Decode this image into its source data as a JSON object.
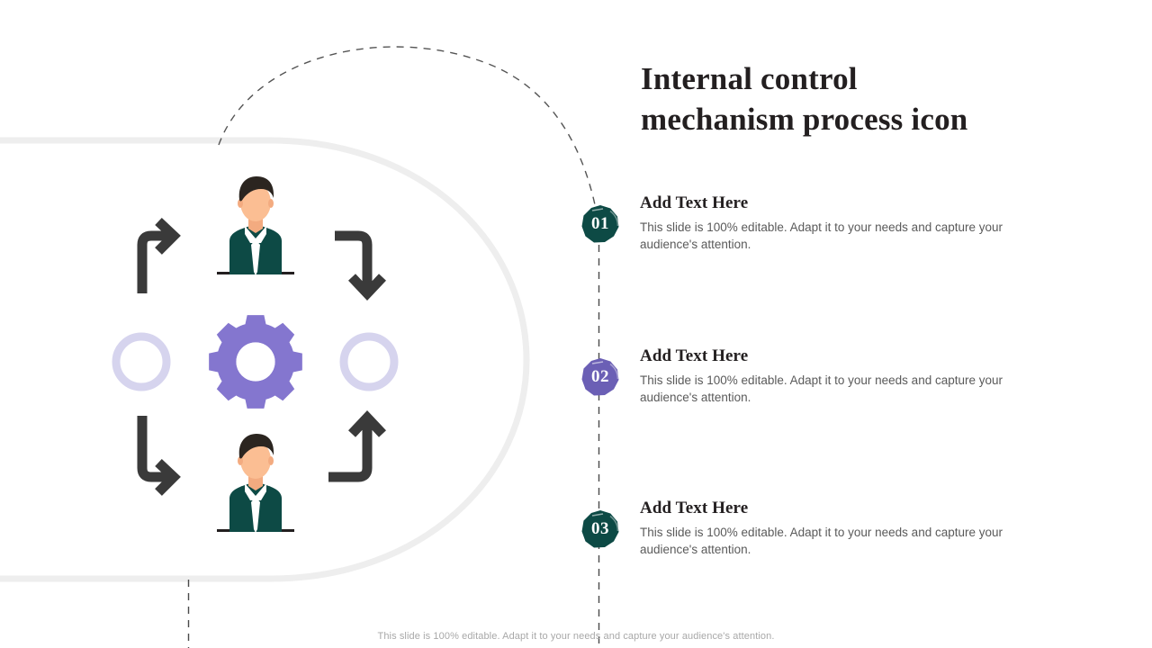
{
  "slide": {
    "title_line1": "Internal control",
    "title_line2": "mechanism process icon",
    "footer": "This slide is 100% editable. Adapt it to your needs and capture your audience's attention."
  },
  "colors": {
    "teal": "#0d4a45",
    "purple": "#6b5fb5",
    "gear_purple": "#8476cf",
    "ring_lavender": "#d6d4ee",
    "arrow_dark": "#3a3a3a",
    "suit_teal": "#0d4a45",
    "hair_dark": "#2b2520",
    "skin": "#f3ab80",
    "title_text": "#231f20",
    "body_text": "#5a5a5a",
    "footer_text": "#a8a8a8",
    "bg_shape": "#f1f1f1",
    "dash_line": "#4a4a4a"
  },
  "steps": [
    {
      "number": "01",
      "heading": "Add Text Here",
      "body": "This slide is 100% editable. Adapt it to your needs and capture your audience's attention.",
      "badge_color": "#0d4a45"
    },
    {
      "number": "02",
      "heading": "Add Text Here",
      "body": "This slide is 100% editable. Adapt it to your needs and capture your audience's attention.",
      "badge_color": "#6b5fb5"
    },
    {
      "number": "03",
      "heading": "Add Text Here",
      "body": "This slide is 100% editable. Adapt it to your needs and capture your audience's attention.",
      "badge_color": "#0d4a45"
    }
  ],
  "graphic": {
    "label": "process-cycle-illustration",
    "center_icon": "gear-icon",
    "top_icon": "businessman-avatar-icon",
    "bottom_icon": "businessman-avatar-icon",
    "left_icon": "ring-circle-icon",
    "right_icon": "ring-circle-icon",
    "arrows": [
      "arrow-up-right-icon",
      "arrow-right-down-icon",
      "arrow-down-right-icon",
      "arrow-right-up-icon"
    ]
  }
}
